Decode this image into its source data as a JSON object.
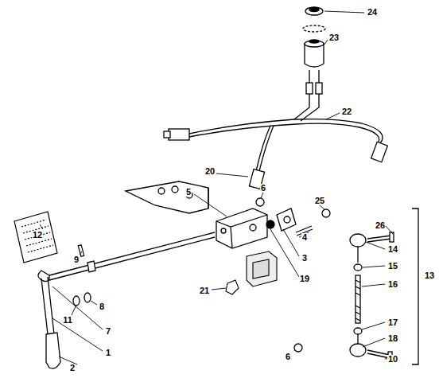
{
  "diagram": {
    "labels": [
      "24",
      "23",
      "22",
      "20",
      "6",
      "25",
      "26",
      "14",
      "15",
      "16",
      "13",
      "5",
      "4",
      "3",
      "19",
      "21",
      "12",
      "9",
      "11",
      "8",
      "7",
      "1",
      "2",
      "17",
      "18",
      "10",
      "6"
    ]
  }
}
